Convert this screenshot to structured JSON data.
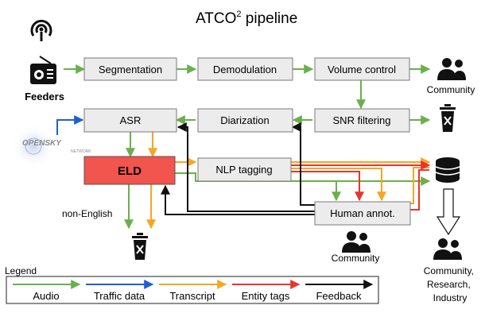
{
  "title": {
    "main": "ATCO",
    "sup": "2",
    "rest": " pipeline"
  },
  "feeders_label": "Feeders",
  "boxes": {
    "segmentation": "Segmentation",
    "demodulation": "Demodulation",
    "volume": "Volume control",
    "asr": "ASR",
    "diarization": "Diarization",
    "snr": "SNR filtering",
    "eld": "ELD",
    "nlp": "NLP tagging",
    "human": "Human annot."
  },
  "community_top": "Community",
  "community_bottom": "Community",
  "non_english": "non-English",
  "opensky": {
    "name": "OPENSKY",
    "sub": "NETWORK"
  },
  "consumers": [
    "Community,",
    "Research,",
    "Industry"
  ],
  "legend": {
    "title": "Legend",
    "items": [
      {
        "label": "Audio",
        "color": "#6ab04c"
      },
      {
        "label": "Traffic data",
        "color": "#1f5fd6"
      },
      {
        "label": "Transcript",
        "color": "#f5a623"
      },
      {
        "label": "Entity tags",
        "color": "#e8352b"
      },
      {
        "label": "Feedback",
        "color": "#111111"
      }
    ]
  },
  "colors": {
    "audio": "#6ab04c",
    "traffic": "#1f5fd6",
    "transcript": "#f5a623",
    "entity": "#e8352b",
    "feedback": "#111111",
    "eld_fill": "#f2554d"
  },
  "icons": [
    "radio-tower-icon",
    "radio-icon",
    "users-icon",
    "trash-icon",
    "database-icon",
    "opensky-logo"
  ]
}
